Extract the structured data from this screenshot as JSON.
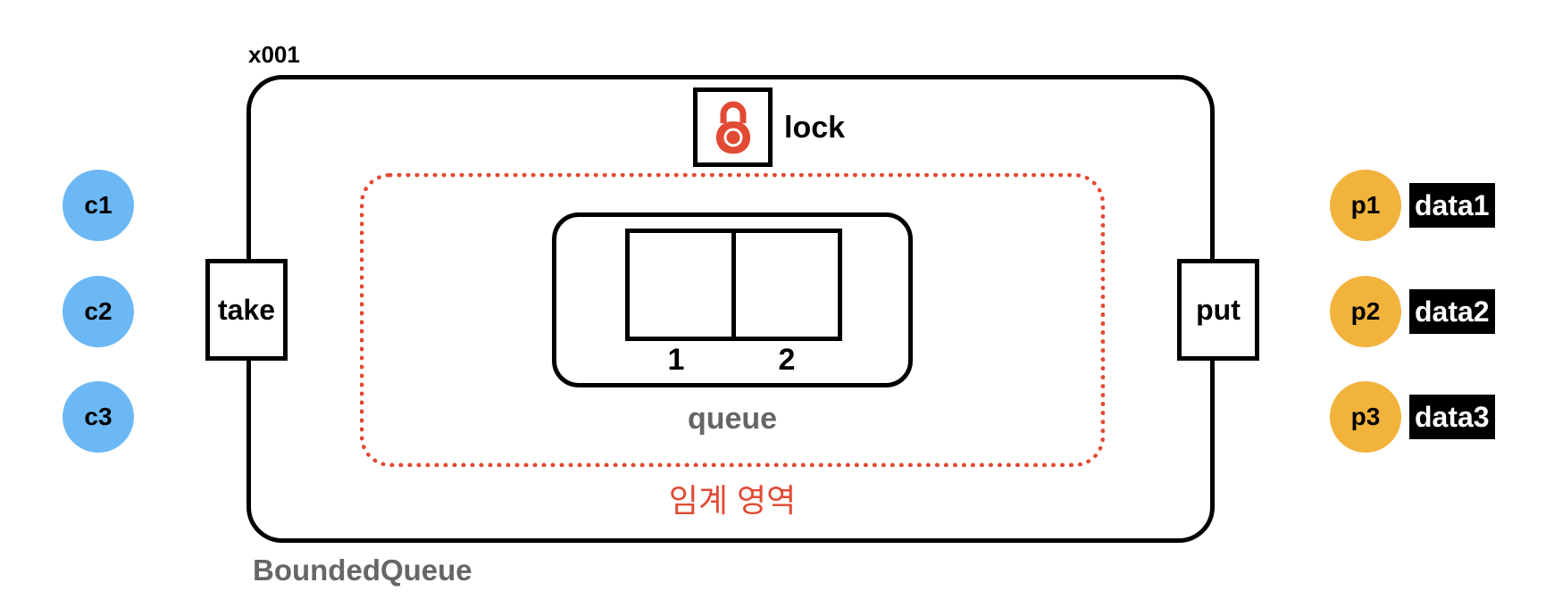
{
  "bounded_queue": {
    "object_id": "x001",
    "class_name": "BoundedQueue",
    "lock": {
      "label": "lock",
      "icon": "padlock-icon",
      "color": "#e24a33"
    },
    "critical_region": {
      "label": "임계 영역",
      "color": "#e24a33"
    },
    "queue": {
      "label": "queue",
      "slots": [
        "1",
        "2"
      ]
    },
    "methods": {
      "take": "take",
      "put": "put"
    }
  },
  "consumers": [
    {
      "label": "c1"
    },
    {
      "label": "c2"
    },
    {
      "label": "c3"
    }
  ],
  "producers": [
    {
      "label": "p1",
      "data": "data1"
    },
    {
      "label": "p2",
      "data": "data2"
    },
    {
      "label": "p3",
      "data": "data3"
    }
  ],
  "colors": {
    "consumer": "#6cb8f5",
    "producer": "#f2b33d",
    "critical": "#e24a33",
    "secondary_text": "#666666"
  }
}
